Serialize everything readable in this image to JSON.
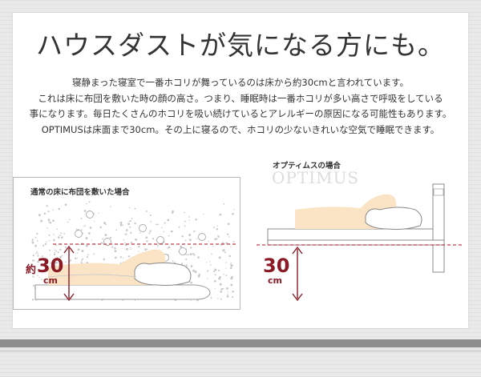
{
  "headline": "ハウスダストが気になる方にも。",
  "body_lines": [
    "寝静まった寝室で一番ホコリが舞っているのは床から約30cmと言われています。",
    "これは床に布団を敷いた時の顔の高さ。つまり、睡眠時は一番ホコリが多い高さで呼吸をしている",
    "事になります。毎日たくさんのホコリを吸い続けているとアレルギーの原因になる可能性もあります。",
    "OPTIMUSは床面まで30cm。その上に寝るので、ホコリの少ないきれいな空気で睡眠できます。"
  ],
  "left_panel": {
    "label": "通常の床に布団を敷いた場合",
    "prefix": "約",
    "number": "30",
    "unit": "cm"
  },
  "right_panel": {
    "label": "オプティムスの場合",
    "brand": "OPTIMUS",
    "number": "30",
    "unit": "cm"
  },
  "colors": {
    "accent": "#8a1a26",
    "skin": "#fbe3c5",
    "dust": "#c8c8c8",
    "dashed_line": "#c0394a"
  }
}
